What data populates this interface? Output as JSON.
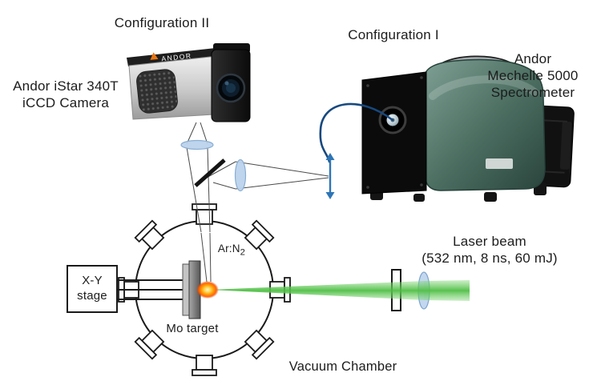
{
  "labels": {
    "configuration_ii": "Configuration II",
    "configuration_i": "Configuration I",
    "camera_line1": "Andor iStar 340T",
    "camera_line2": "iCCD Camera",
    "spectrometer_line1": "Andor",
    "spectrometer_line2": "Mechelle 5000",
    "spectrometer_line3": "Spectrometer",
    "laser_line1": "Laser beam",
    "laser_line2": "(532 nm, 8 ns, 60 mJ)",
    "gas_main": "Ar:N",
    "gas_sub": "2",
    "stage_line1": "X-Y",
    "stage_line2": "stage",
    "target": "Mo target",
    "chamber": "Vacuum Chamber",
    "camera_brand": "ANDOR"
  },
  "colors": {
    "laser_beam_green": "#4fbf45",
    "plasma_orange": "#ff7300",
    "fiber_blue": "#17497f",
    "lens_blue": "#bcd3ec",
    "arrow_blue": "#2e75b6"
  }
}
